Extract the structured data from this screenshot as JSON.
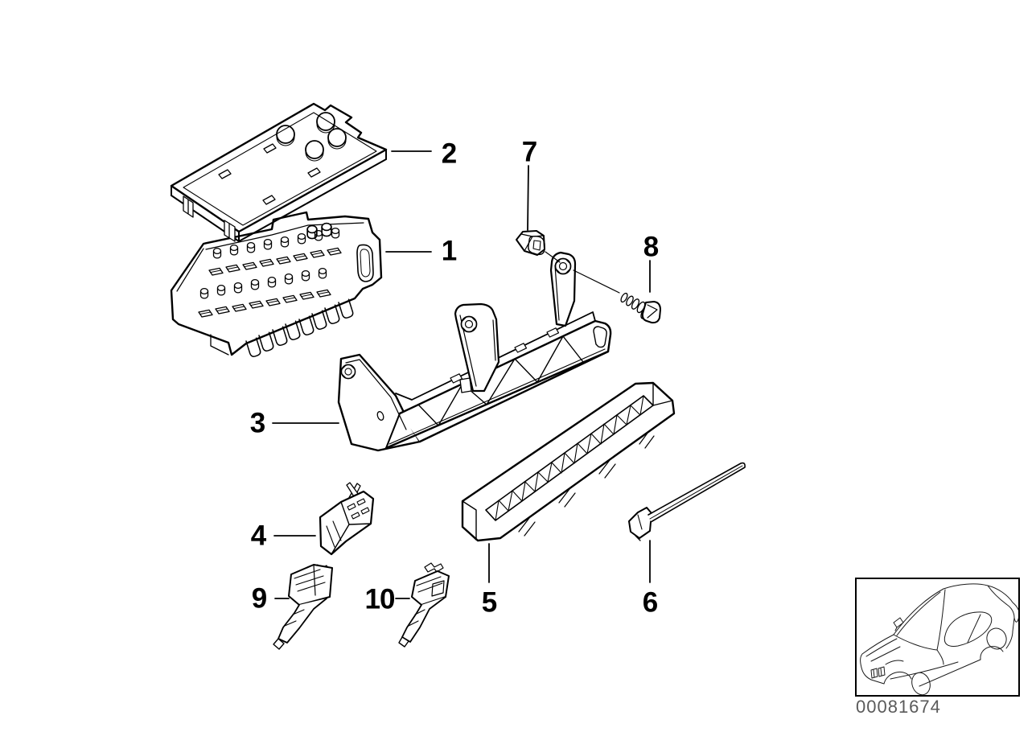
{
  "diagram": {
    "parts": [
      {
        "number": "1"
      },
      {
        "number": "2"
      },
      {
        "number": "3"
      },
      {
        "number": "4"
      },
      {
        "number": "5"
      },
      {
        "number": "6"
      },
      {
        "number": "7"
      },
      {
        "number": "8"
      },
      {
        "number": "9"
      },
      {
        "number": "10"
      }
    ],
    "image_number": "00081674",
    "thumbnail_icon": "car-icon",
    "colors": {
      "line": "#000000",
      "label": "#000000",
      "image_number": "#5a5a5a",
      "background": "#ffffff"
    }
  }
}
